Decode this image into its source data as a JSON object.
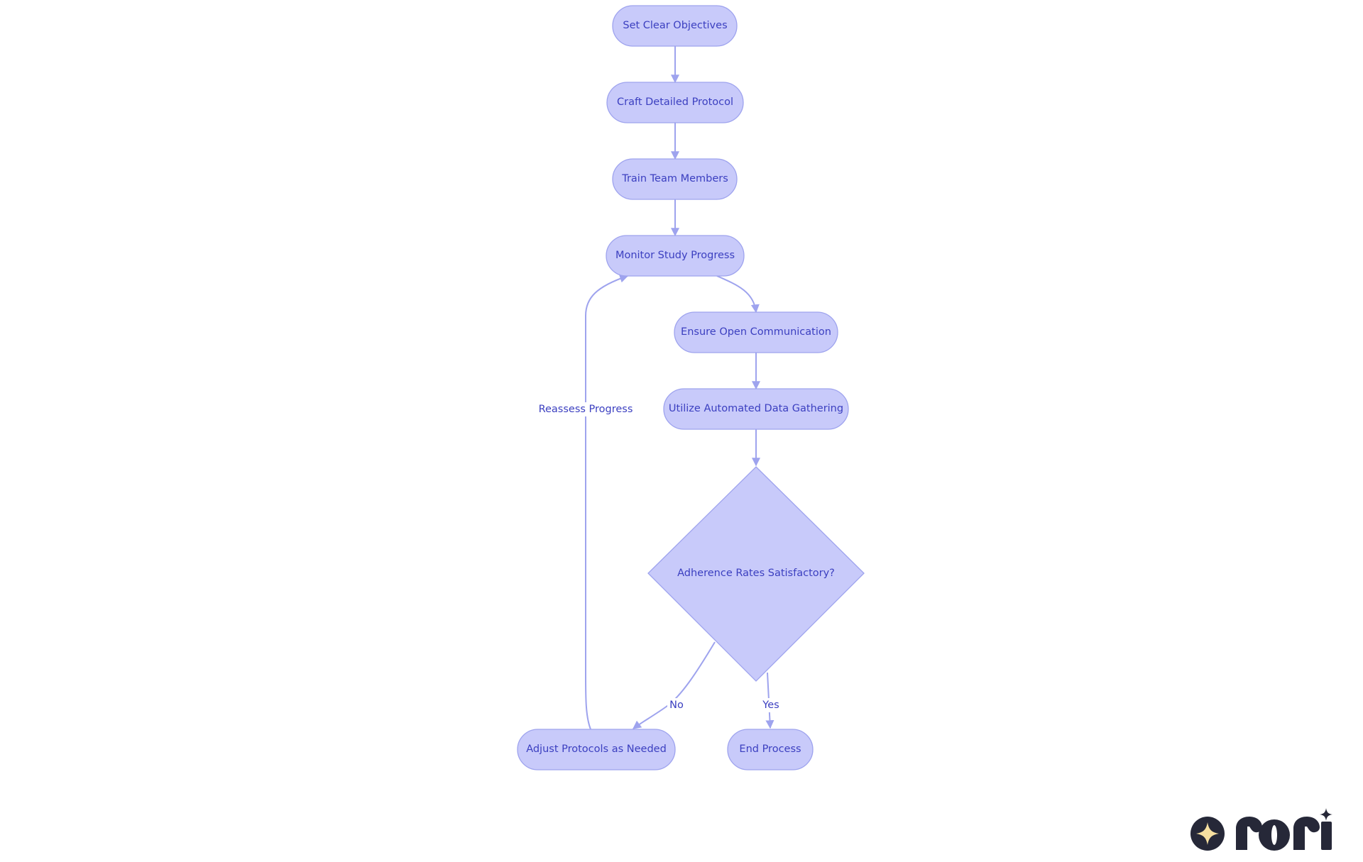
{
  "diagram": {
    "nodes": [
      {
        "id": "objectives",
        "label": "Set Clear Objectives",
        "shape": "rounded"
      },
      {
        "id": "protocol",
        "label": "Craft Detailed Protocol",
        "shape": "rounded"
      },
      {
        "id": "train",
        "label": "Train Team Members",
        "shape": "rounded"
      },
      {
        "id": "monitor",
        "label": "Monitor Study Progress",
        "shape": "rounded"
      },
      {
        "id": "communication",
        "label": "Ensure Open Communication",
        "shape": "rounded"
      },
      {
        "id": "automated",
        "label": "Utilize Automated Data Gathering",
        "shape": "rounded"
      },
      {
        "id": "adherence",
        "label": "Adherence Rates Satisfactory?",
        "shape": "diamond"
      },
      {
        "id": "adjust",
        "label": "Adjust Protocols as Needed",
        "shape": "rounded"
      },
      {
        "id": "end",
        "label": "End Process",
        "shape": "rounded"
      }
    ],
    "edges": [
      {
        "from": "objectives",
        "to": "protocol",
        "label": ""
      },
      {
        "from": "protocol",
        "to": "train",
        "label": ""
      },
      {
        "from": "train",
        "to": "monitor",
        "label": ""
      },
      {
        "from": "monitor",
        "to": "communication",
        "label": ""
      },
      {
        "from": "communication",
        "to": "automated",
        "label": ""
      },
      {
        "from": "automated",
        "to": "adherence",
        "label": ""
      },
      {
        "from": "adherence",
        "to": "adjust",
        "label": "No"
      },
      {
        "from": "adherence",
        "to": "end",
        "label": "Yes"
      },
      {
        "from": "adjust",
        "to": "monitor",
        "label": "Reassess Progress"
      }
    ],
    "colors": {
      "node_fill": "#c8cafa",
      "node_stroke": "#9ea3ee",
      "text": "#3b3fc0",
      "edge": "#9ea3ee"
    }
  },
  "branding": {
    "logo": "rori",
    "logo_icon": "four-point-star-icon",
    "colors": {
      "dark": "#262838",
      "accent": "#f6dfa0"
    }
  }
}
